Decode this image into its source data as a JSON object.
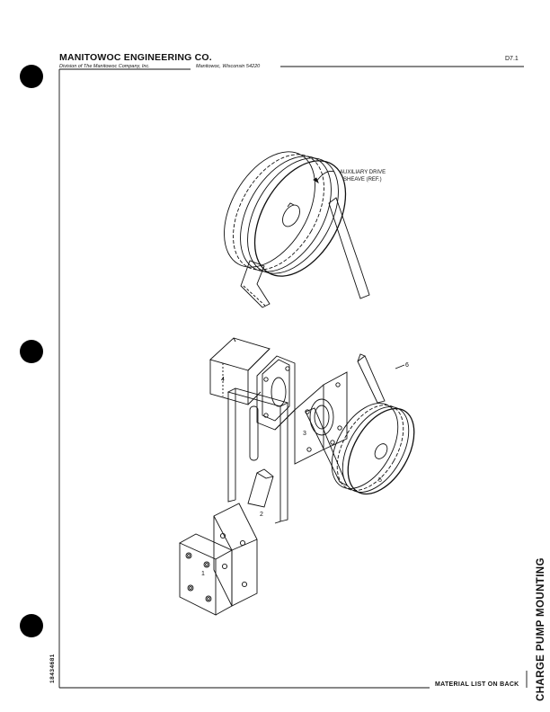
{
  "header": {
    "company": "MANITOWOC ENGINEERING CO.",
    "division": "Division of The Manitowoc Company, Inc.",
    "location": "Manitowoc, Wisconsin 54220",
    "page_code": "D7.1"
  },
  "drawing": {
    "callout_line1": "AUXILIARY DRIVE",
    "callout_line2": "SHEAVE (REF.)",
    "parts": [
      "1",
      "2",
      "3",
      "4",
      "5",
      "6"
    ]
  },
  "side_title": "CHARGE PUMP MOUNTING",
  "footer": {
    "material": "MATERIAL LIST ON BACK",
    "doc_id": "18434681"
  }
}
